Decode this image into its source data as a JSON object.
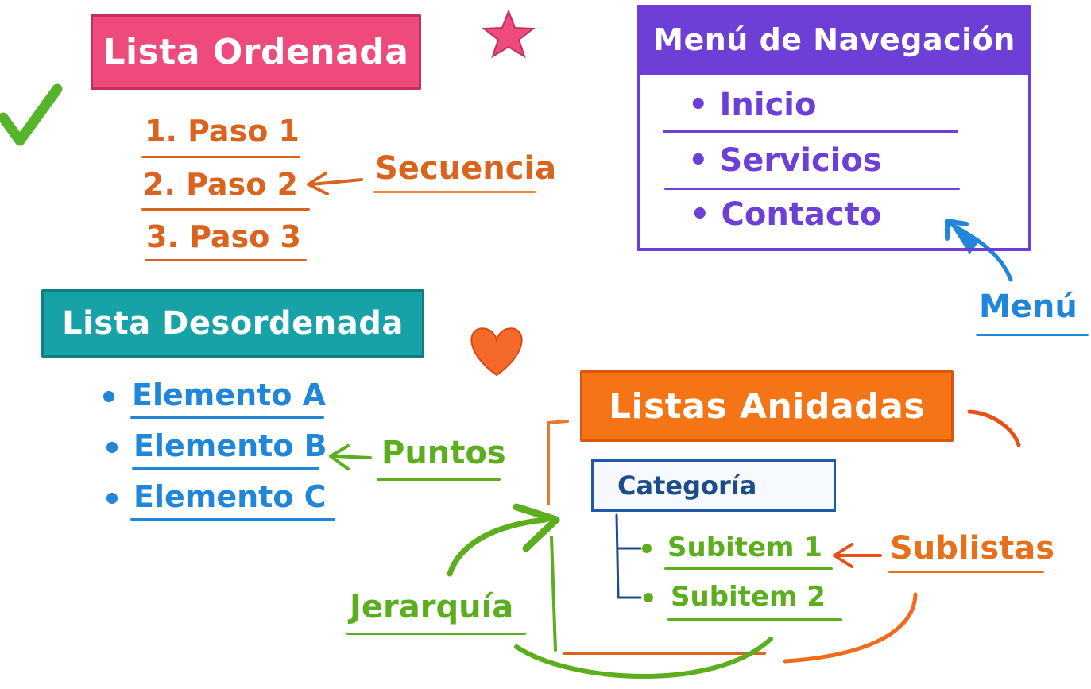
{
  "ordered": {
    "title": "Lista Ordenada",
    "items": [
      "1. Paso 1",
      "2. Paso 2",
      "3. Paso 3"
    ],
    "annotation": "Secuencia"
  },
  "unordered": {
    "title": "Lista Desordenada",
    "items": [
      "Elemento A",
      "Elemento B",
      "Elemento C"
    ],
    "annotation": "Puntos"
  },
  "nav": {
    "title": "Menú de Navegación",
    "items": [
      "• Inicio",
      "• Servicios",
      "• Contacto"
    ],
    "annotation": "Menú"
  },
  "nested": {
    "title": "Listas Anidadas",
    "category": "Categoría",
    "subitems": [
      "Subitem 1",
      "Subitem 2"
    ],
    "annotation_right": "Sublistas",
    "annotation_left": "Jerarquía"
  },
  "colors": {
    "pink": "#ee4a7c",
    "orange_text": "#d9641d",
    "teal": "#17a2a8",
    "blue": "#1f86d9",
    "purple": "#6e3fd6",
    "orange_box": "#f47416",
    "navy": "#1e4b8c",
    "green": "#5cae1f",
    "check_green": "#54b52a"
  },
  "icons": [
    "checkmark-icon",
    "star-icon",
    "heart-icon"
  ]
}
